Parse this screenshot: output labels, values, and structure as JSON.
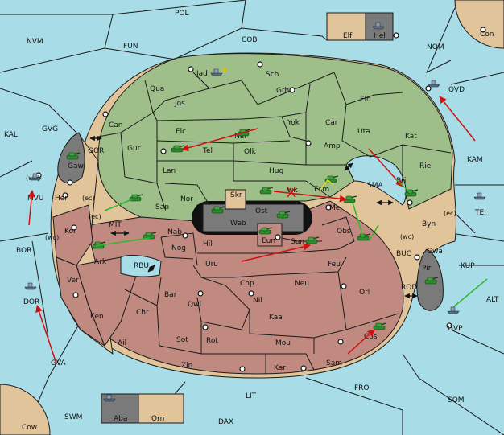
{
  "colors": {
    "sea": "#a8dde8",
    "player_green": "#9fbf8a",
    "player_red": "#c08a80",
    "neutral": "#e2c49a",
    "impassable": "#7a7a7a",
    "move_red": "#d11010",
    "support_green": "#2db82d",
    "arrow_black": "#111111",
    "supply_center": "#111111"
  },
  "sea_labels": [
    {
      "id": "POL",
      "text": "POL"
    },
    {
      "id": "NVM",
      "text": "NVM"
    },
    {
      "id": "FUN",
      "text": "FUN"
    },
    {
      "id": "COB",
      "text": "COB"
    },
    {
      "id": "NOM",
      "text": "NOM"
    },
    {
      "id": "KAL",
      "text": "KAL"
    },
    {
      "id": "GVG",
      "text": "GVG"
    },
    {
      "id": "GOR",
      "text": "GOR"
    },
    {
      "id": "SMA",
      "text": "SMA"
    },
    {
      "id": "KAM",
      "text": "KAM"
    },
    {
      "id": "MIT",
      "text": "MIT"
    },
    {
      "id": "BOR",
      "text": "BOR"
    },
    {
      "id": "RBU",
      "text": "RBU"
    },
    {
      "id": "BUC",
      "text": "BUC"
    },
    {
      "id": "KUP",
      "text": "KUP"
    },
    {
      "id": "ROD",
      "text": "ROD"
    },
    {
      "id": "ALT",
      "text": "ALT"
    },
    {
      "id": "GVA",
      "text": "GVA"
    },
    {
      "id": "FRO",
      "text": "FRO"
    },
    {
      "id": "SOM",
      "text": "SOM"
    },
    {
      "id": "LIT",
      "text": "LIT"
    },
    {
      "id": "SWM",
      "text": "SWM"
    },
    {
      "id": "DAX",
      "text": "DAX"
    }
  ],
  "land_labels": [
    {
      "id": "Jad",
      "text": "Jad"
    },
    {
      "id": "Sch",
      "text": "Sch"
    },
    {
      "id": "Qua",
      "text": "Qua"
    },
    {
      "id": "Jos",
      "text": "Jos"
    },
    {
      "id": "Grh",
      "text": "Grh"
    },
    {
      "id": "Eld",
      "text": "Eld"
    },
    {
      "id": "Can",
      "text": "Can"
    },
    {
      "id": "Elc",
      "text": "Elc"
    },
    {
      "id": "Nar",
      "text": "Nar"
    },
    {
      "id": "Yok",
      "text": "Yok"
    },
    {
      "id": "Car",
      "text": "Car"
    },
    {
      "id": "Uta",
      "text": "Uta"
    },
    {
      "id": "Kat",
      "text": "Kat"
    },
    {
      "id": "Tel",
      "text": "Tel"
    },
    {
      "id": "Olk",
      "text": "Olk"
    },
    {
      "id": "Amp",
      "text": "Amp"
    },
    {
      "id": "Gur",
      "text": "Gur"
    },
    {
      "id": "Lan",
      "text": "Lan"
    },
    {
      "id": "Hug",
      "text": "Hug"
    },
    {
      "id": "Rie",
      "text": "Rie"
    },
    {
      "id": "Bri",
      "text": "Bri"
    },
    {
      "id": "Esm",
      "text": "Esm"
    },
    {
      "id": "Vik",
      "text": "Vik"
    },
    {
      "id": "Nor",
      "text": "Nor"
    },
    {
      "id": "Sap",
      "text": "Sap"
    },
    {
      "id": "Skr",
      "text": "Skr"
    },
    {
      "id": "Ost",
      "text": "Ost"
    },
    {
      "id": "Web",
      "text": "Web"
    },
    {
      "id": "Mel",
      "text": "Mel"
    },
    {
      "id": "Byn",
      "text": "Byn"
    },
    {
      "id": "Gaw",
      "text": "Gaw"
    },
    {
      "id": "Her",
      "text": "Her"
    },
    {
      "id": "Kor",
      "text": "Kor"
    },
    {
      "id": "Nab",
      "text": "Nab"
    },
    {
      "id": "Eun",
      "text": "Eun"
    },
    {
      "id": "Sun",
      "text": "Sun"
    },
    {
      "id": "Obs",
      "text": "Obs"
    },
    {
      "id": "Gwa",
      "text": "Gwa"
    },
    {
      "id": "Hil",
      "text": "Hil"
    },
    {
      "id": "Nog",
      "text": "Nog"
    },
    {
      "id": "Ark",
      "text": "Ark"
    },
    {
      "id": "Uru",
      "text": "Uru"
    },
    {
      "id": "Feu",
      "text": "Feu"
    },
    {
      "id": "Pir",
      "text": "Pir"
    },
    {
      "id": "Chp",
      "text": "Chp"
    },
    {
      "id": "Neu",
      "text": "Neu"
    },
    {
      "id": "Ver",
      "text": "Ver"
    },
    {
      "id": "Bar",
      "text": "Bar"
    },
    {
      "id": "Qwi",
      "text": "Qwi"
    },
    {
      "id": "Nil",
      "text": "Nil"
    },
    {
      "id": "Orl",
      "text": "Orl"
    },
    {
      "id": "Chr",
      "text": "Chr"
    },
    {
      "id": "Ken",
      "text": "Ken"
    },
    {
      "id": "Kaa",
      "text": "Kaa"
    },
    {
      "id": "Rot",
      "text": "Rot"
    },
    {
      "id": "Ail",
      "text": "Ail"
    },
    {
      "id": "Sot",
      "text": "Sot"
    },
    {
      "id": "Mou",
      "text": "Mou"
    },
    {
      "id": "Cos",
      "text": "Cos"
    },
    {
      "id": "Zin",
      "text": "Zin"
    },
    {
      "id": "Kar",
      "text": "Kar"
    },
    {
      "id": "Sam",
      "text": "Sam"
    },
    {
      "id": "Elf",
      "text": "Elf"
    },
    {
      "id": "Hel",
      "text": "Hel"
    },
    {
      "id": "Con",
      "text": "Con"
    },
    {
      "id": "OVD",
      "text": "OVD"
    },
    {
      "id": "TEI",
      "text": "TEI"
    },
    {
      "id": "MVU",
      "text": "MVU"
    },
    {
      "id": "DOR",
      "text": "DOR"
    },
    {
      "id": "GVP",
      "text": "GVP"
    },
    {
      "id": "Aba",
      "text": "Aba"
    },
    {
      "id": "Orn",
      "text": "Orn"
    },
    {
      "id": "Cow",
      "text": "Cow"
    }
  ],
  "coast_tags": [
    {
      "id": "wc-mvu",
      "text": "(wc)"
    },
    {
      "id": "ec-her",
      "text": "(ec)"
    },
    {
      "id": "ec-kor",
      "text": "(ec)"
    },
    {
      "id": "wc-kor",
      "text": "(wc)"
    },
    {
      "id": "ec-byn",
      "text": "(ec)"
    },
    {
      "id": "wc-byn",
      "text": "(wc)"
    }
  ],
  "unit_types": {
    "army": "tank-icon",
    "fleet": "ship-icon"
  }
}
